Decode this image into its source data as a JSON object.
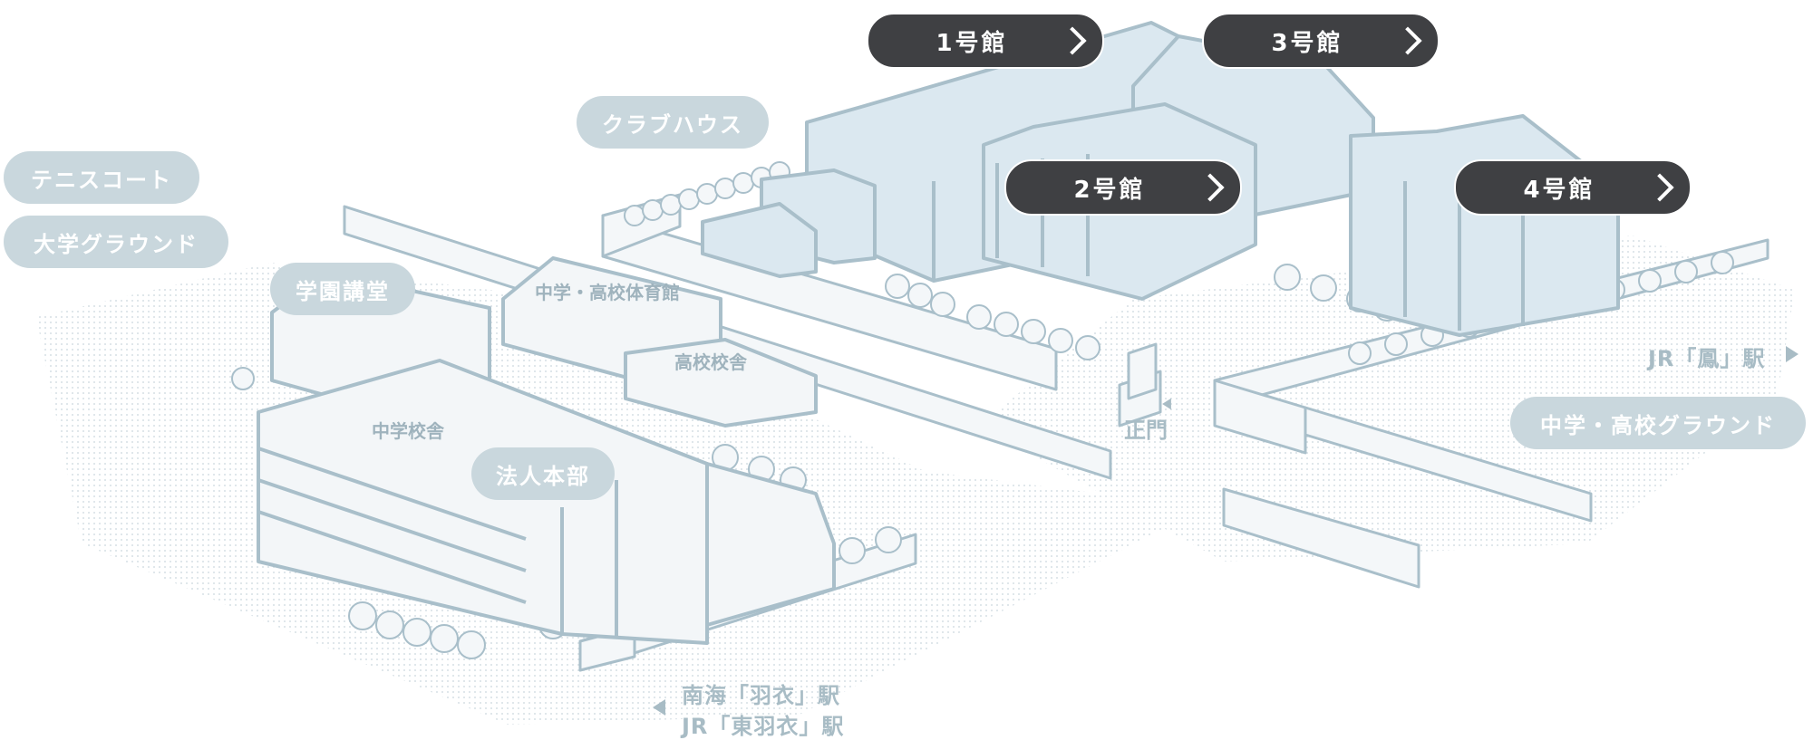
{
  "colors": {
    "ground": "#eef3f5",
    "outline": "#a9bfca",
    "face": "#f3f6f8",
    "highlight": "#dbe8f0",
    "dark_pill": "#3f4043",
    "light_pill": "#c9d7dd"
  },
  "facilities": {
    "tennis_court": "テニスコート",
    "university_ground": "大学グラウンド",
    "club_house": "クラブハウス",
    "gakuen_hall": "学園講堂",
    "headquarters": "法人本部",
    "jh_hs_ground": "中学・高校グラウンド"
  },
  "map_labels": {
    "gym": "中学・高校体育館",
    "hs_building": "高校校舎",
    "jh_building": "中学校舎",
    "main_gate": "正門"
  },
  "buildings": {
    "b1": "1号館",
    "b2": "2号館",
    "b3": "3号館",
    "b4": "4号館"
  },
  "directions": {
    "jr_otori": "JR「鳳」駅",
    "nankai_hagoromo": "南海「羽衣」駅",
    "jr_higashi_hagoromo": "JR「東羽衣」駅"
  },
  "icons": {
    "building_link": "chevron-right-icon",
    "direction_left": "triangle-left-icon",
    "direction_right": "triangle-right-icon",
    "gate": "triangle-left-icon",
    "tree": "tree-icon"
  }
}
